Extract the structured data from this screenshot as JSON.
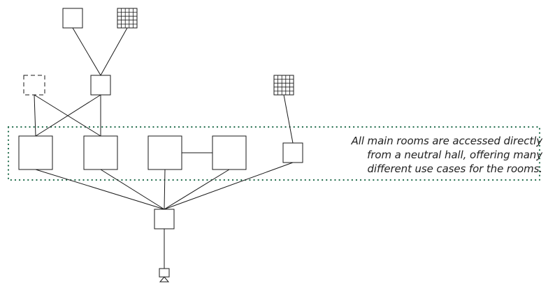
{
  "diagram": {
    "type": "room-adjacency-diagram",
    "note_lines": [
      "All main rooms are accessed directly",
      "from a neutral hall, offering many",
      "different use cases for the rooms."
    ],
    "colors": {
      "stroke": "#1a1a1a",
      "grid_fill": "#ffffff",
      "dotted_zone": "#1f6b4a"
    },
    "nodes": [
      {
        "id": "top-left-room",
        "kind": "plain"
      },
      {
        "id": "top-right-room",
        "kind": "grid"
      },
      {
        "id": "dashed-room",
        "kind": "dashed"
      },
      {
        "id": "upper-connector-room",
        "kind": "plain"
      },
      {
        "id": "right-grid-room",
        "kind": "grid"
      },
      {
        "id": "main-room-1",
        "kind": "plain"
      },
      {
        "id": "main-room-2",
        "kind": "plain"
      },
      {
        "id": "main-room-3",
        "kind": "plain"
      },
      {
        "id": "main-room-4",
        "kind": "plain"
      },
      {
        "id": "main-room-5",
        "kind": "plain"
      },
      {
        "id": "neutral-hall",
        "kind": "plain"
      },
      {
        "id": "entrance",
        "kind": "entrance"
      }
    ],
    "edges": [
      [
        "top-left-room",
        "upper-connector-room"
      ],
      [
        "top-right-room",
        "upper-connector-room"
      ],
      [
        "dashed-room",
        "main-room-1"
      ],
      [
        "dashed-room",
        "main-room-2"
      ],
      [
        "upper-connector-room",
        "main-room-1"
      ],
      [
        "upper-connector-room",
        "main-room-2"
      ],
      [
        "main-room-3",
        "main-room-4"
      ],
      [
        "right-grid-room",
        "main-room-5"
      ],
      [
        "main-room-1",
        "neutral-hall"
      ],
      [
        "main-room-2",
        "neutral-hall"
      ],
      [
        "main-room-3",
        "neutral-hall"
      ],
      [
        "main-room-4",
        "neutral-hall"
      ],
      [
        "main-room-5",
        "neutral-hall"
      ],
      [
        "neutral-hall",
        "entrance"
      ]
    ]
  }
}
